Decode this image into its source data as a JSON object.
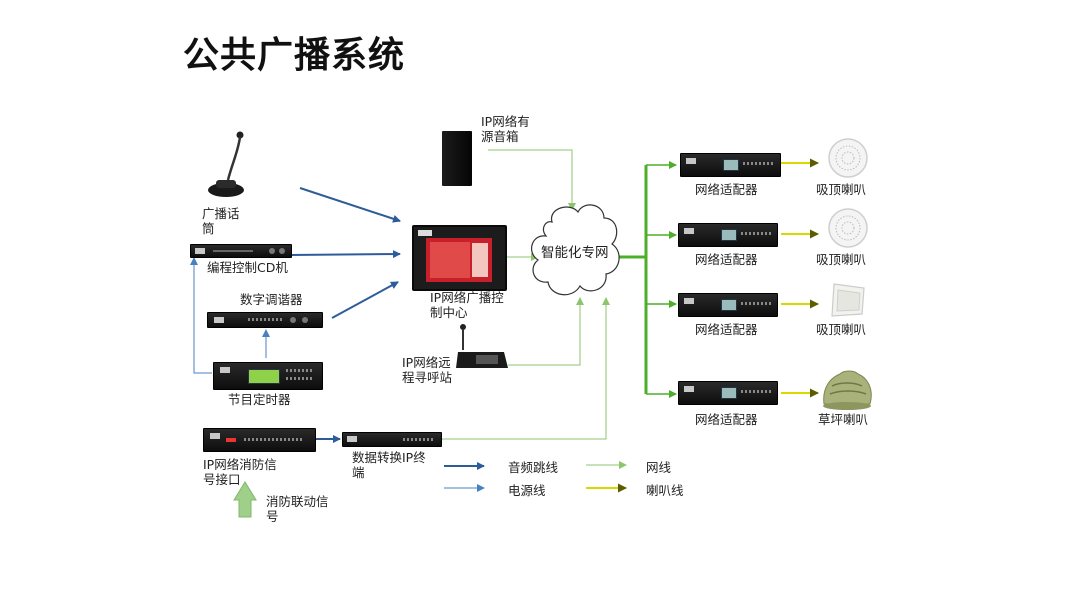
{
  "title": "公共广播系统",
  "nodes": {
    "mic": "广播话筒",
    "cd": "编程控制CD机",
    "tuner": "数字调谐器",
    "timer": "节目定时器",
    "control_center": "IP网络广播控制中心",
    "active_speaker": "IP网络有源音箱",
    "cloud": "智能化专网",
    "paging_station": "IP网络远程寻呼站",
    "fire_interface": "IP网络消防信号接口",
    "data_terminal": "数据转换IP终端",
    "fire_signal": "消防联动信号",
    "adapters": [
      "网络适配器",
      "网络适配器",
      "网络适配器",
      "网络适配器"
    ],
    "speakers": [
      "吸顶喇叭",
      "吸顶喇叭",
      "吸顶喇叭",
      "草坪喇叭"
    ]
  },
  "legend": {
    "audio_jumper": "音频跳线",
    "power_line": "电源线",
    "network_line": "网线",
    "speaker_line": "喇叭线"
  },
  "colors": {
    "audio_jumper": "#2e5c9a",
    "power_line": "#4a7fc0",
    "network_line": "#8cc66c",
    "speaker_line": "#d9d900",
    "trunk": "#4caf2a"
  }
}
